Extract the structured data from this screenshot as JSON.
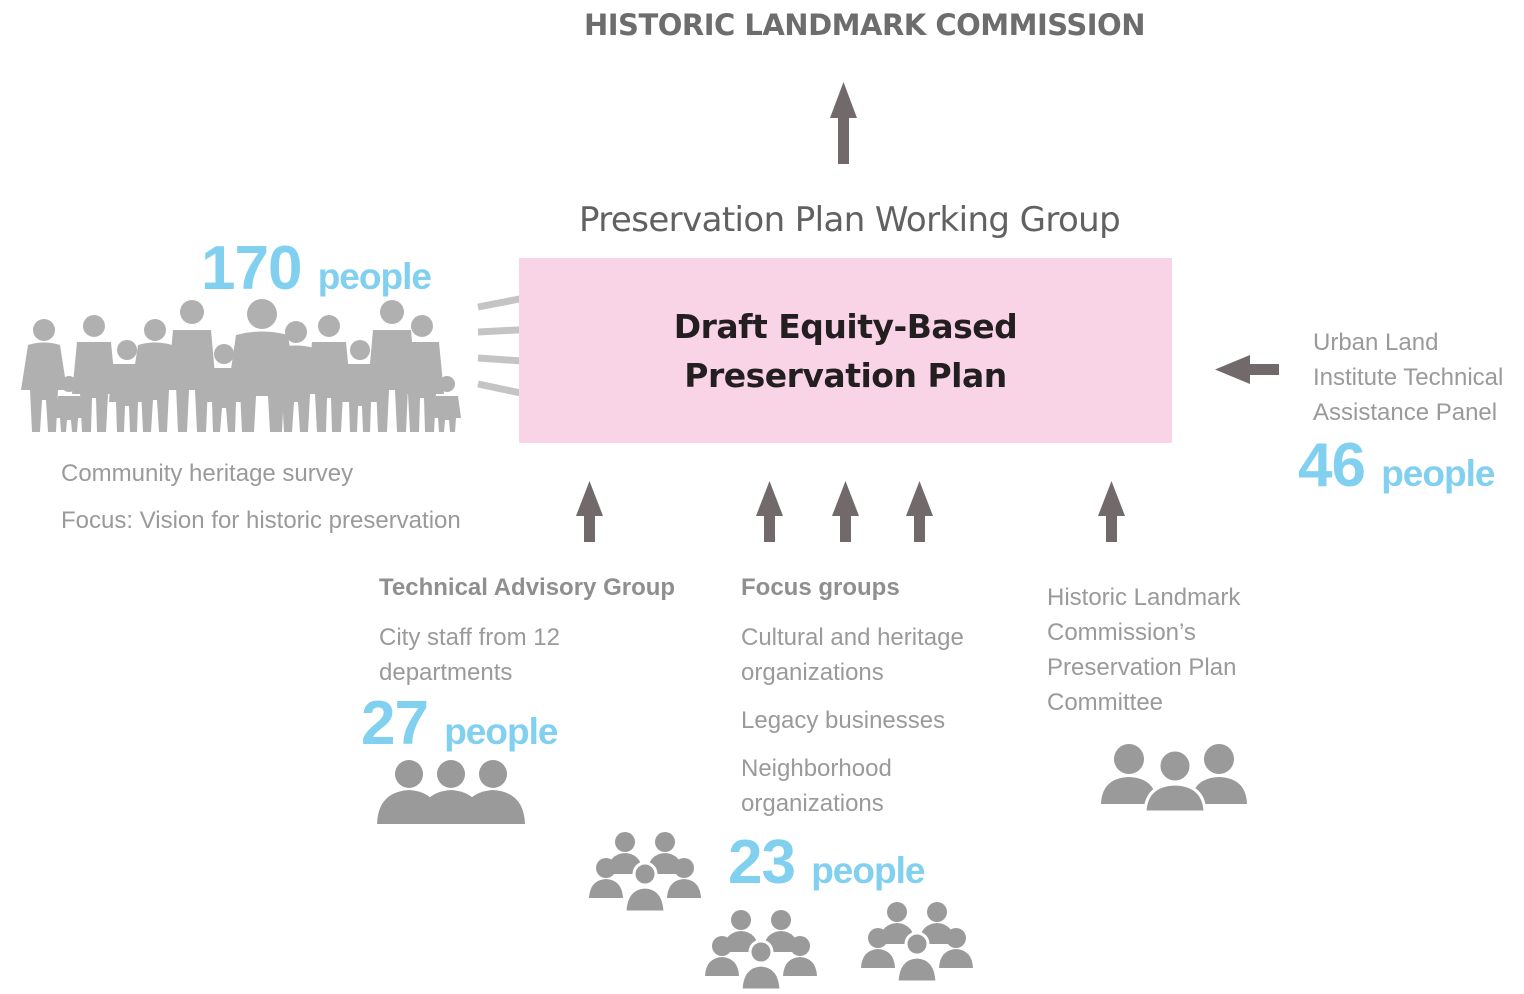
{
  "title": "HISTORIC LANDMARK COMMISSION",
  "working_group": "Preservation Plan Working Group",
  "plan": {
    "line1": "Draft Equity-Based",
    "line2": "Preservation Plan"
  },
  "community": {
    "count": "170",
    "unit": "people",
    "label": "Community heritage survey",
    "focus": "Focus: Vision for historic preservation"
  },
  "uli": {
    "line1": "Urban Land",
    "line2": "Institute Technical",
    "line3": "Assistance Panel",
    "count": "46",
    "unit": "people"
  },
  "tag": {
    "title": "Technical Advisory Group",
    "line1": "City staff from 12",
    "line2": "departments",
    "count": "27",
    "unit": "people"
  },
  "focus_groups": {
    "title": "Focus groups",
    "item1_line1": "Cultural and heritage",
    "item1_line2": "organizations",
    "item2": "Legacy businesses",
    "item3_line1": "Neighborhood",
    "item3_line2": "organizations",
    "count": "23",
    "unit": "people"
  },
  "committee": {
    "line1": "Historic Landmark",
    "line2": "Commission’s",
    "line3": "Preservation Plan",
    "line4": "Committee"
  },
  "colors": {
    "arrow": "#726a6a",
    "box": "#f8d4e6",
    "accent": "#82d0f0",
    "icon": "#9a9a9a",
    "crowd": "#b0b0b0"
  }
}
